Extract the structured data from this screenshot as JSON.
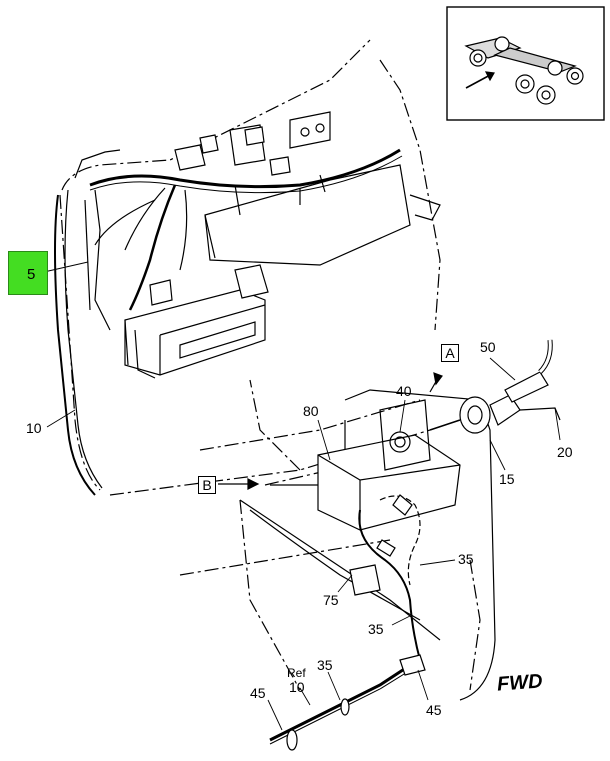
{
  "callouts": {
    "highlighted_ref": "5",
    "highlight_color": "#44dd22",
    "labels": [
      {
        "id": "ref-10-left",
        "text": "10"
      },
      {
        "id": "ref-80",
        "text": "80"
      },
      {
        "id": "ref-40",
        "text": "40"
      },
      {
        "id": "ref-50",
        "text": "50"
      },
      {
        "id": "ref-15",
        "text": "15"
      },
      {
        "id": "ref-20",
        "text": "20"
      },
      {
        "id": "ref-35-a",
        "text": "35"
      },
      {
        "id": "ref-75",
        "text": "75"
      },
      {
        "id": "ref-35-b",
        "text": "35"
      },
      {
        "id": "ref-35-c",
        "text": "35"
      },
      {
        "id": "ref-ref",
        "text": "Ref"
      },
      {
        "id": "ref-10-bottom",
        "text": "10"
      },
      {
        "id": "ref-45-left",
        "text": "45"
      },
      {
        "id": "ref-45-right",
        "text": "45"
      }
    ]
  },
  "view_markers": {
    "a": "A",
    "b": "B"
  },
  "direction_label": "FWD",
  "icons": [
    "vehicle-locator-icon",
    "direction-arrow-icon"
  ]
}
